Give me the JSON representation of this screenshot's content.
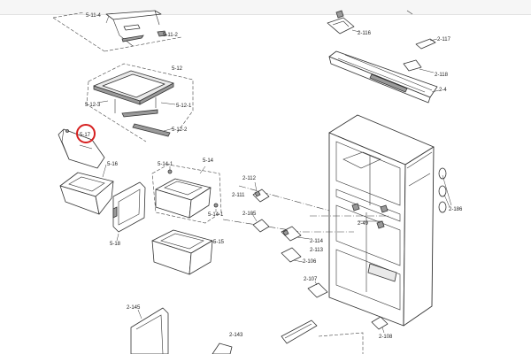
{
  "highlight_color": "#d62020",
  "labels": {
    "l_5_11_4": "5-11-4",
    "l_5_11_2": "5-11-2",
    "l_2_116": "2-116",
    "l_2_117": "2-117",
    "l_2_118": "2-118",
    "l_2_4": "2-4",
    "l_5_12": "5-12",
    "l_5_12_3": "5-12-3",
    "l_5_12_1": "5-12-1",
    "l_5_12_2": "5-12-2",
    "l_5_17": "5-17",
    "l_5_16": "5-16",
    "l_5_14_1a": "5-14-1",
    "l_5_14": "5-14",
    "l_5_14_1b": "5-14-1",
    "l_5_18": "5-18",
    "l_5_15": "5-15",
    "l_2_112": "2-112",
    "l_2_111": "2-111",
    "l_2_105": "2-105",
    "l_2_114": "2-114",
    "l_2_113": "2-113",
    "l_2_106": "2-106",
    "l_2_107": "2-107",
    "l_2_49": "2-49",
    "l_2_186": "2-186",
    "l_2_145": "2-145",
    "l_2_143": "2-143",
    "l_2_108": "2-108"
  }
}
